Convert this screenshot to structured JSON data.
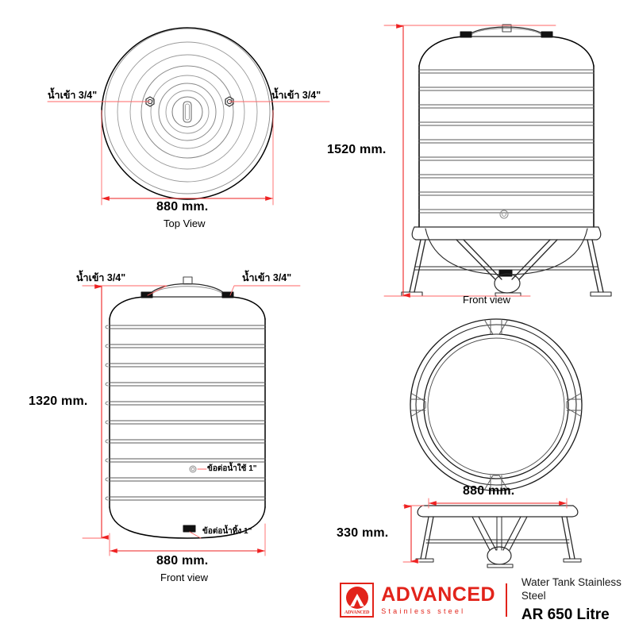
{
  "document": {
    "kind": "technical-drawing",
    "sheet_size": "800x800"
  },
  "views": {
    "top_view": {
      "name": "Top View",
      "width_dim": "880 mm.",
      "inlet_left": "น้ำเข้า 3/4\"",
      "inlet_right": "น้ำเข้า 3/4\""
    },
    "tank_front_view": {
      "name": "Front view",
      "height_dim": "1320 mm.",
      "width_dim": "880 mm.",
      "inlet_left": "น้ำเข้า 3/4\"",
      "inlet_right": "น้ำเข้า 3/4\"",
      "outlet_use": "ข้อต่อน้ำใช้ 1\"",
      "outlet_drain": "ข้อต่อน้ำทิ้ง 1\""
    },
    "assembly_front_view": {
      "name": "Front view",
      "height_dim": "1520 mm."
    },
    "stand_top_view": {
      "width_dim": "880 mm."
    },
    "stand_side_view": {
      "height_dim": "330 mm."
    }
  },
  "title_block": {
    "logo_word": "ADVANCED",
    "brand_name": "ADVANCED",
    "brand_sub": "Stainless  steel",
    "product_kind": "Water Tank Stainless Steel",
    "product_model": "AR 650 Litre"
  },
  "colors": {
    "dimension": "#ff6666",
    "dimension_arrow": "#ee2222",
    "outline": "#000000",
    "detail": "#7a7a7a",
    "brand_red": "#e2231a"
  }
}
